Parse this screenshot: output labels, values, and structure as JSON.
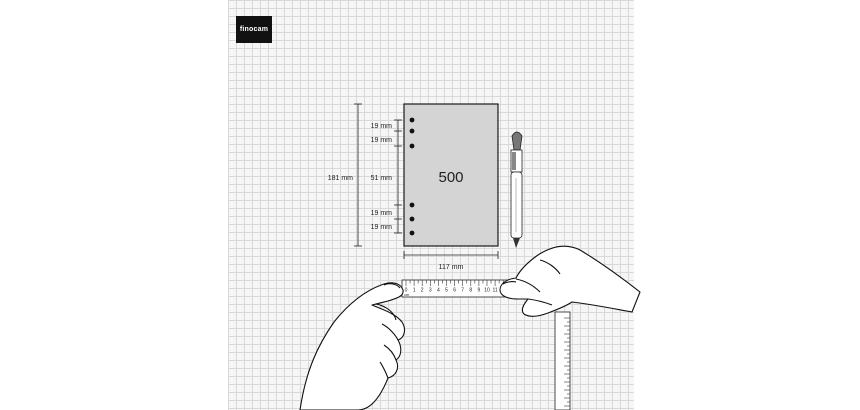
{
  "brand": {
    "logo_text": "finocam"
  },
  "sheet": {
    "model": "500",
    "height_label": "181 mm",
    "width_label": "117 mm",
    "segments": [
      "19 mm",
      "19 mm",
      "51 mm",
      "19 mm",
      "19 mm"
    ]
  },
  "ruler": {
    "unit_label": "cm",
    "ticks": [
      "0",
      "1",
      "2",
      "3",
      "4",
      "5",
      "6",
      "7",
      "8",
      "9",
      "10",
      "11"
    ]
  },
  "colors": {
    "sheet_fill": "#d4d4d4",
    "ink": "#1a1a1a",
    "grid_bg": "#f6f6f6"
  }
}
